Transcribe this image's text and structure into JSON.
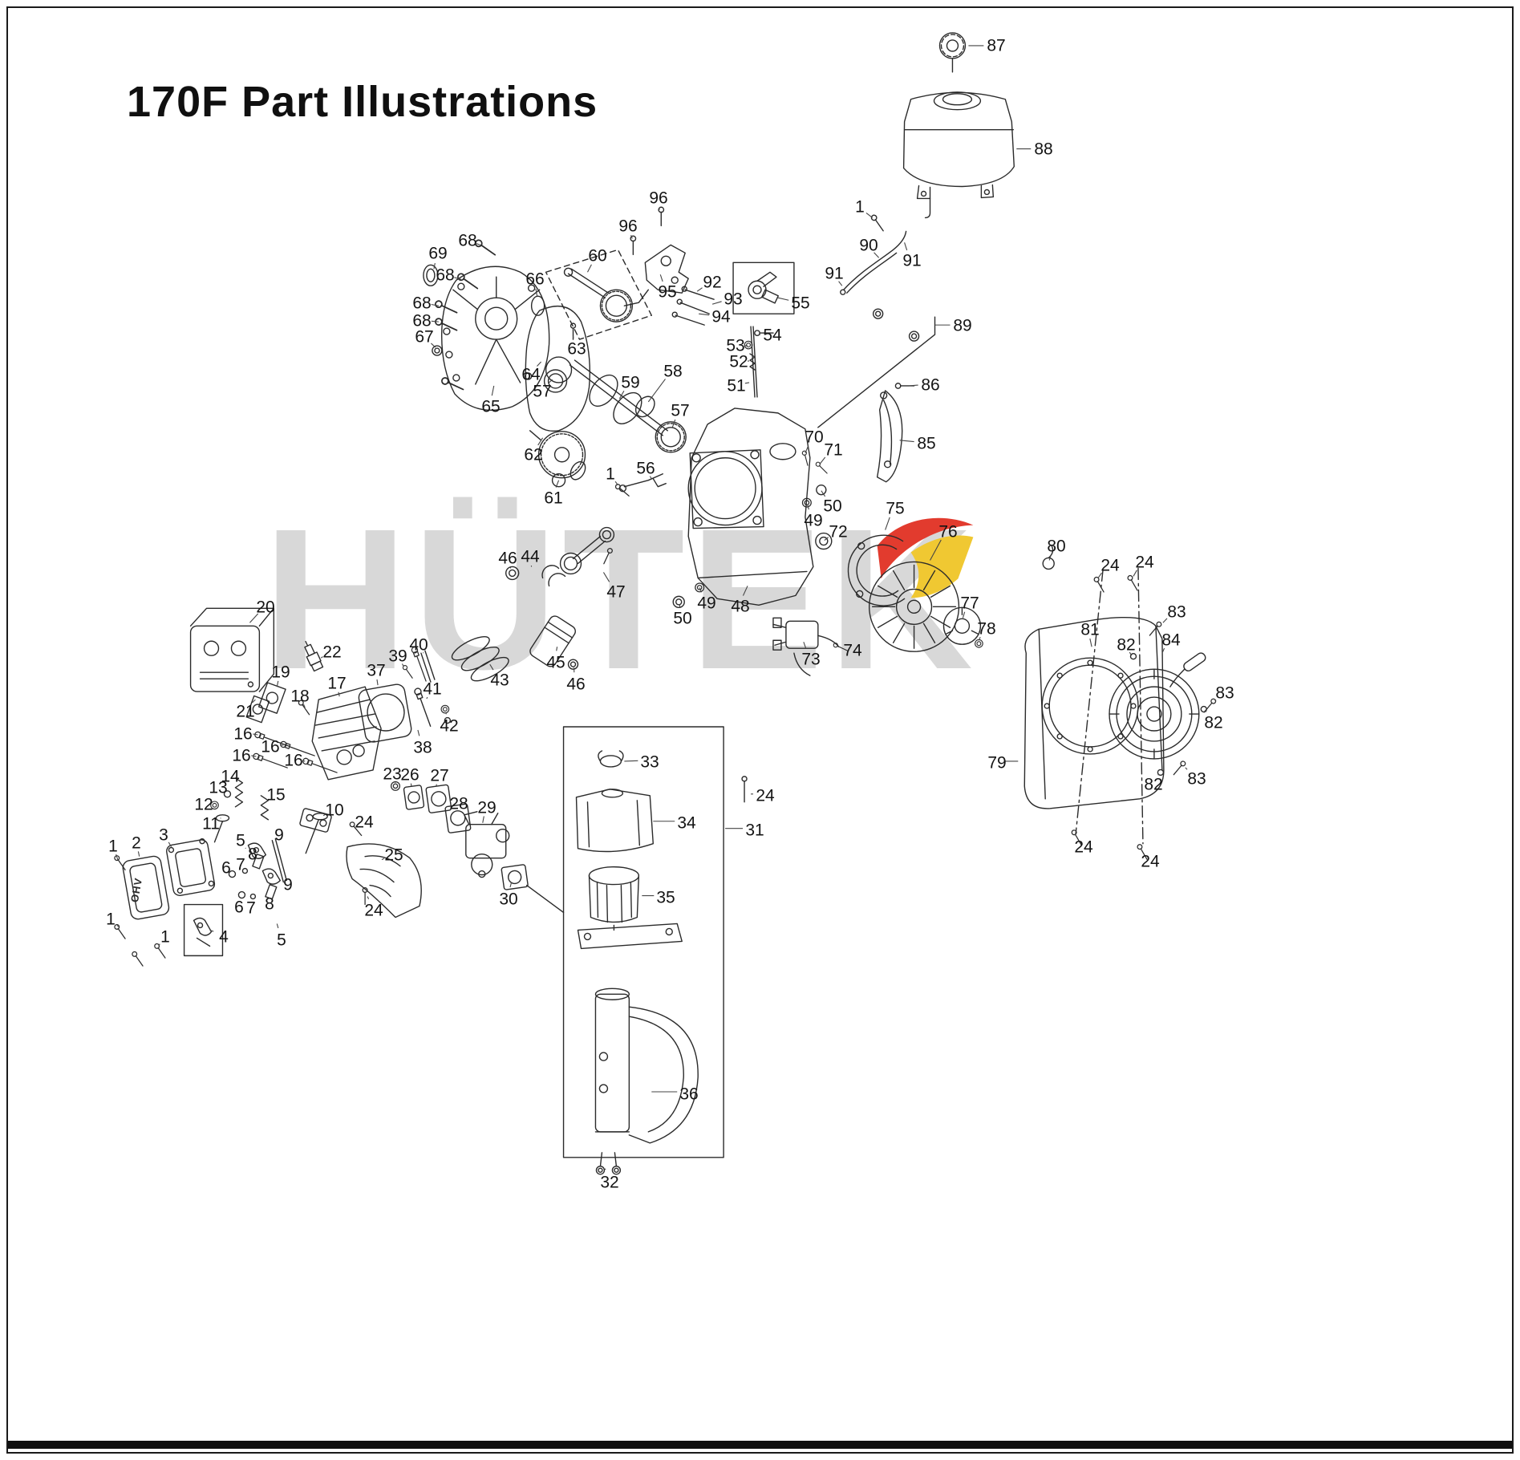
{
  "title": "170F Part Illustrations",
  "watermark": {
    "text": "HÜTEK"
  },
  "ohv_label": "OHV",
  "colors": {
    "line": "#2b2b2b",
    "watermark": "#d8d8d8",
    "logo_red": "#e23b2e",
    "logo_yellow": "#f0c832"
  },
  "callouts": [
    [
      "87",
      1232,
      47,
      1200,
      47
    ],
    [
      "88",
      1291,
      176,
      1260,
      176
    ],
    [
      "1",
      1062,
      248,
      1080,
      262
    ],
    [
      "96",
      811,
      237,
      814,
      252
    ],
    [
      "96",
      773,
      272,
      780,
      288
    ],
    [
      "90",
      1073,
      296,
      1088,
      312
    ],
    [
      "91",
      1127,
      315,
      1120,
      293
    ],
    [
      "91",
      1030,
      331,
      1042,
      347
    ],
    [
      "68",
      573,
      290,
      590,
      296
    ],
    [
      "69",
      536,
      306,
      532,
      326
    ],
    [
      "68",
      545,
      333,
      566,
      339
    ],
    [
      "60",
      735,
      309,
      724,
      330
    ],
    [
      "66",
      657,
      338,
      661,
      360
    ],
    [
      "95",
      822,
      354,
      815,
      333
    ],
    [
      "92",
      878,
      342,
      861,
      354
    ],
    [
      "93",
      904,
      363,
      880,
      370
    ],
    [
      "55",
      988,
      368,
      962,
      362
    ],
    [
      "68",
      516,
      368,
      538,
      372
    ],
    [
      "68",
      516,
      390,
      538,
      392
    ],
    [
      "94",
      889,
      385,
      863,
      382
    ],
    [
      "67",
      519,
      410,
      534,
      424
    ],
    [
      "54",
      953,
      408,
      938,
      408
    ],
    [
      "53",
      907,
      421,
      924,
      422
    ],
    [
      "52",
      911,
      441,
      926,
      441
    ],
    [
      "63",
      709,
      425,
      706,
      410
    ],
    [
      "64",
      652,
      457,
      666,
      442
    ],
    [
      "57",
      666,
      478,
      680,
      464
    ],
    [
      "58",
      829,
      453,
      800,
      492
    ],
    [
      "51",
      908,
      471,
      926,
      468
    ],
    [
      "86",
      1150,
      470,
      1126,
      472
    ],
    [
      "59",
      776,
      467,
      764,
      488
    ],
    [
      "65",
      602,
      497,
      607,
      472
    ],
    [
      "57",
      838,
      502,
      830,
      524
    ],
    [
      "85",
      1145,
      543,
      1114,
      540
    ],
    [
      "62",
      655,
      557,
      668,
      537
    ],
    [
      "70",
      1005,
      535,
      996,
      556
    ],
    [
      "71",
      1029,
      551,
      1014,
      570
    ],
    [
      "56",
      795,
      574,
      804,
      588
    ],
    [
      "1",
      751,
      581,
      762,
      596
    ],
    [
      "61",
      680,
      611,
      688,
      590
    ],
    [
      "50",
      1028,
      621,
      1016,
      603
    ],
    [
      "49",
      1004,
      639,
      999,
      621
    ],
    [
      "72",
      1035,
      653,
      1020,
      665
    ],
    [
      "75",
      1106,
      624,
      1096,
      652
    ],
    [
      "76",
      1172,
      653,
      1152,
      690
    ],
    [
      "80",
      1307,
      671,
      1301,
      690
    ],
    [
      "24",
      1374,
      695,
      1362,
      712
    ],
    [
      "24",
      1417,
      691,
      1406,
      710
    ],
    [
      "46",
      623,
      686,
      628,
      700
    ],
    [
      "44",
      651,
      684,
      654,
      698
    ],
    [
      "47",
      758,
      728,
      744,
      705
    ],
    [
      "48",
      913,
      746,
      924,
      722
    ],
    [
      "20",
      321,
      747,
      302,
      768
    ],
    [
      "83",
      1457,
      753,
      1443,
      768
    ],
    [
      "77",
      1199,
      742,
      1193,
      762
    ],
    [
      "81",
      1349,
      775,
      1354,
      798
    ],
    [
      "82",
      1394,
      794,
      1404,
      809
    ],
    [
      "84",
      1450,
      788,
      1442,
      806
    ],
    [
      "78",
      1220,
      774,
      1213,
      790
    ],
    [
      "49",
      871,
      742,
      864,
      724
    ],
    [
      "50",
      841,
      761,
      839,
      745
    ],
    [
      "22",
      404,
      803,
      391,
      812
    ],
    [
      "40",
      512,
      794,
      519,
      806
    ],
    [
      "39",
      486,
      808,
      494,
      822
    ],
    [
      "45",
      683,
      816,
      686,
      798
    ],
    [
      "46",
      708,
      843,
      707,
      824
    ],
    [
      "43",
      613,
      838,
      602,
      820
    ],
    [
      "19",
      340,
      828,
      336,
      848
    ],
    [
      "37",
      459,
      826,
      462,
      846
    ],
    [
      "74",
      1053,
      801,
      1037,
      798
    ],
    [
      "73",
      1001,
      812,
      994,
      792
    ],
    [
      "83",
      1517,
      854,
      1508,
      866
    ],
    [
      "82",
      1503,
      891,
      1496,
      877
    ],
    [
      "21",
      296,
      877,
      309,
      864
    ],
    [
      "18",
      364,
      858,
      371,
      874
    ],
    [
      "17",
      410,
      842,
      414,
      860
    ],
    [
      "41",
      529,
      849,
      523,
      863
    ],
    [
      "42",
      550,
      895,
      547,
      880
    ],
    [
      "16",
      293,
      905,
      312,
      908
    ],
    [
      "16",
      327,
      921,
      344,
      921
    ],
    [
      "38",
      517,
      922,
      512,
      902
    ],
    [
      "16",
      291,
      932,
      310,
      935
    ],
    [
      "79",
      1233,
      941,
      1262,
      941
    ],
    [
      "16",
      356,
      938,
      371,
      941
    ],
    [
      "33",
      800,
      940,
      770,
      941
    ],
    [
      "14",
      277,
      958,
      288,
      964
    ],
    [
      "13",
      262,
      972,
      273,
      979
    ],
    [
      "23",
      479,
      955,
      484,
      968
    ],
    [
      "26",
      501,
      956,
      504,
      972
    ],
    [
      "27",
      538,
      957,
      535,
      972
    ],
    [
      "15",
      334,
      981,
      322,
      985
    ],
    [
      "12",
      244,
      993,
      256,
      995
    ],
    [
      "24",
      944,
      982,
      928,
      982
    ],
    [
      "82",
      1428,
      968,
      1438,
      957
    ],
    [
      "83",
      1482,
      961,
      1471,
      949
    ],
    [
      "34",
      846,
      1016,
      806,
      1016
    ],
    [
      "31",
      931,
      1025,
      896,
      1025
    ],
    [
      "11",
      253,
      1017,
      266,
      1012
    ],
    [
      "10",
      407,
      1000,
      394,
      1009
    ],
    [
      "28",
      562,
      992,
      554,
      1002
    ],
    [
      "29",
      597,
      997,
      593,
      1018
    ],
    [
      "9",
      338,
      1031,
      331,
      1043
    ],
    [
      "5",
      290,
      1038,
      297,
      1050
    ],
    [
      "24",
      444,
      1015,
      433,
      1022
    ],
    [
      "8",
      305,
      1055,
      311,
      1064
    ],
    [
      "25",
      481,
      1056,
      467,
      1064
    ],
    [
      "3",
      194,
      1031,
      204,
      1048
    ],
    [
      "2",
      160,
      1041,
      164,
      1060
    ],
    [
      "1",
      131,
      1045,
      137,
      1064
    ],
    [
      "7",
      290,
      1068,
      295,
      1077
    ],
    [
      "6",
      272,
      1072,
      279,
      1081
    ],
    [
      "9",
      349,
      1093,
      343,
      1082
    ],
    [
      "35",
      820,
      1109,
      792,
      1109
    ],
    [
      "30",
      624,
      1111,
      629,
      1092
    ],
    [
      "8",
      326,
      1117,
      329,
      1106
    ],
    [
      "6",
      288,
      1121,
      292,
      1110
    ],
    [
      "7",
      303,
      1122,
      306,
      1111
    ],
    [
      "24",
      456,
      1125,
      449,
      1110
    ],
    [
      "1",
      128,
      1136,
      138,
      1148
    ],
    [
      "24",
      1341,
      1046,
      1333,
      1032
    ],
    [
      "24",
      1424,
      1064,
      1415,
      1050
    ],
    [
      "1",
      196,
      1158,
      188,
      1172
    ],
    [
      "4",
      269,
      1158,
      252,
      1152
    ],
    [
      "5",
      341,
      1162,
      336,
      1144
    ],
    [
      "36",
      849,
      1354,
      804,
      1354
    ],
    [
      "32",
      750,
      1464,
      746,
      1450
    ],
    [
      "89",
      1190,
      396,
      1158,
      396
    ]
  ]
}
